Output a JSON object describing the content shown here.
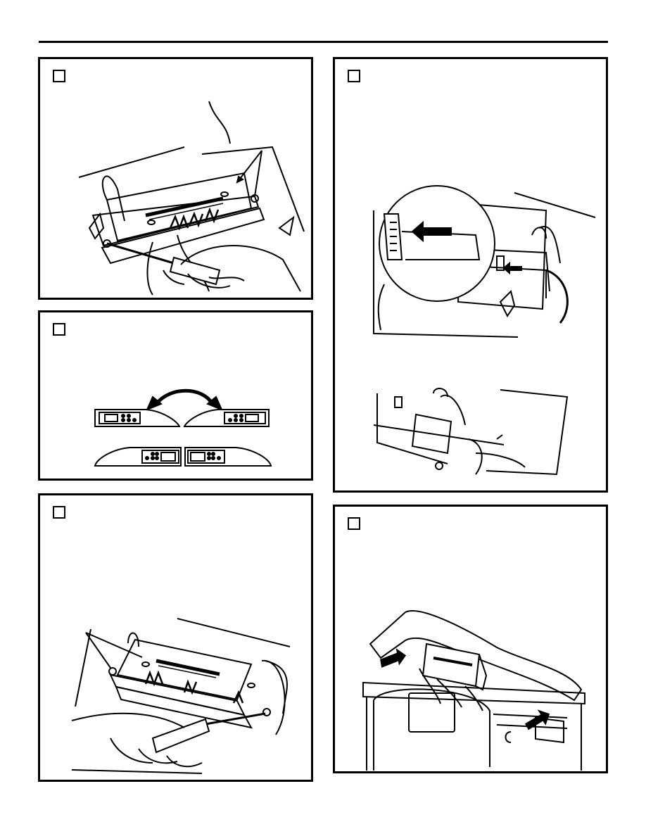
{
  "page": {
    "background": "#ffffff",
    "ink": "#000000"
  },
  "panels": [
    {
      "id": "remove-screws",
      "step_number": "",
      "icon": "screwdriver-hand-icon"
    },
    {
      "id": "flip-control",
      "step_number": "",
      "icon": "flip-arrow-icon"
    },
    {
      "id": "reinstall-screws",
      "step_number": "",
      "icon": "screwdriver-hand-icon"
    },
    {
      "id": "connect-harness",
      "step_number": "",
      "icon": "connector-arrow-icon"
    },
    {
      "id": "install-panel",
      "step_number": "",
      "icon": "panel-insert-icon"
    }
  ]
}
